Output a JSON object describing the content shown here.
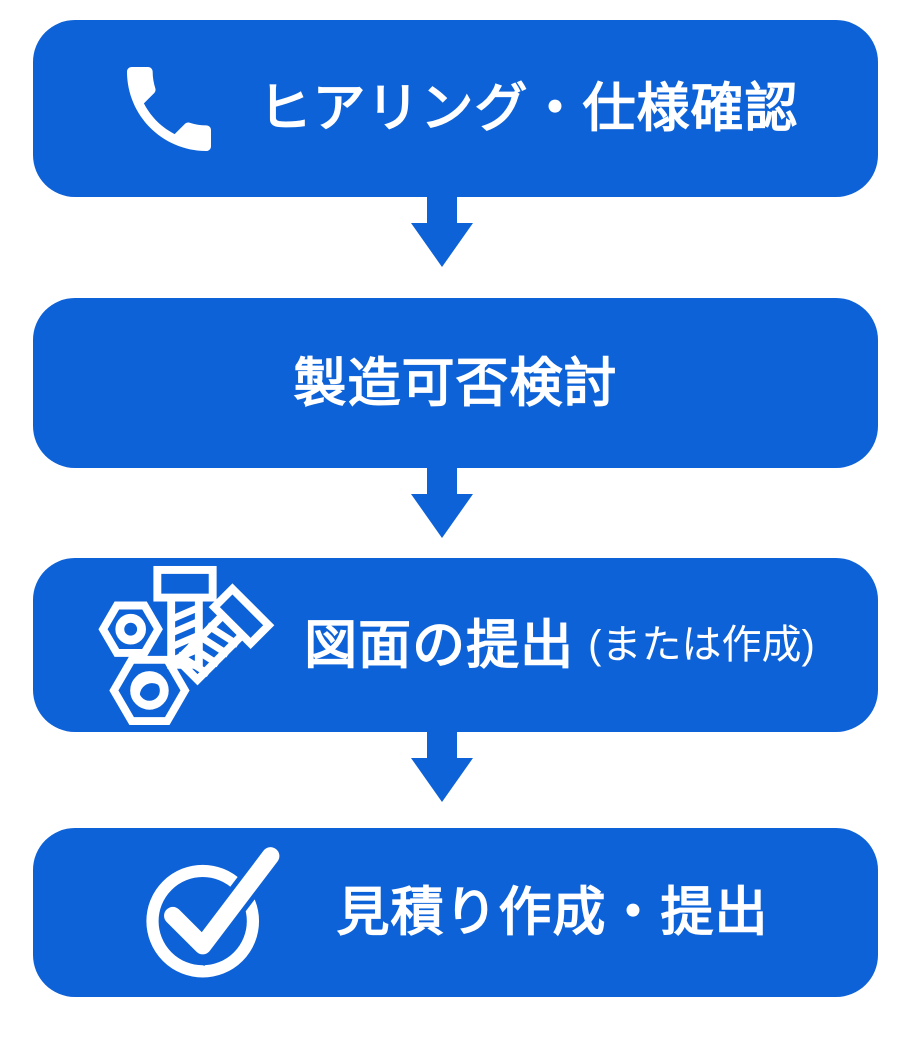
{
  "palette": {
    "accent_blue": "#0d62d8",
    "text_white": "#ffffff",
    "background": "#ffffff"
  },
  "steps": [
    {
      "icon": "phone-icon",
      "label": "ヒアリング・仕様確認"
    },
    {
      "icon": null,
      "label": "製造可否検討"
    },
    {
      "icon": "bolt-and-nuts-icon",
      "label": "図面の提出",
      "sublabel": "(または作成)"
    },
    {
      "icon": "check-circle-icon",
      "label": "見積り作成・提出"
    }
  ],
  "connector_icon": "down-arrow-icon"
}
